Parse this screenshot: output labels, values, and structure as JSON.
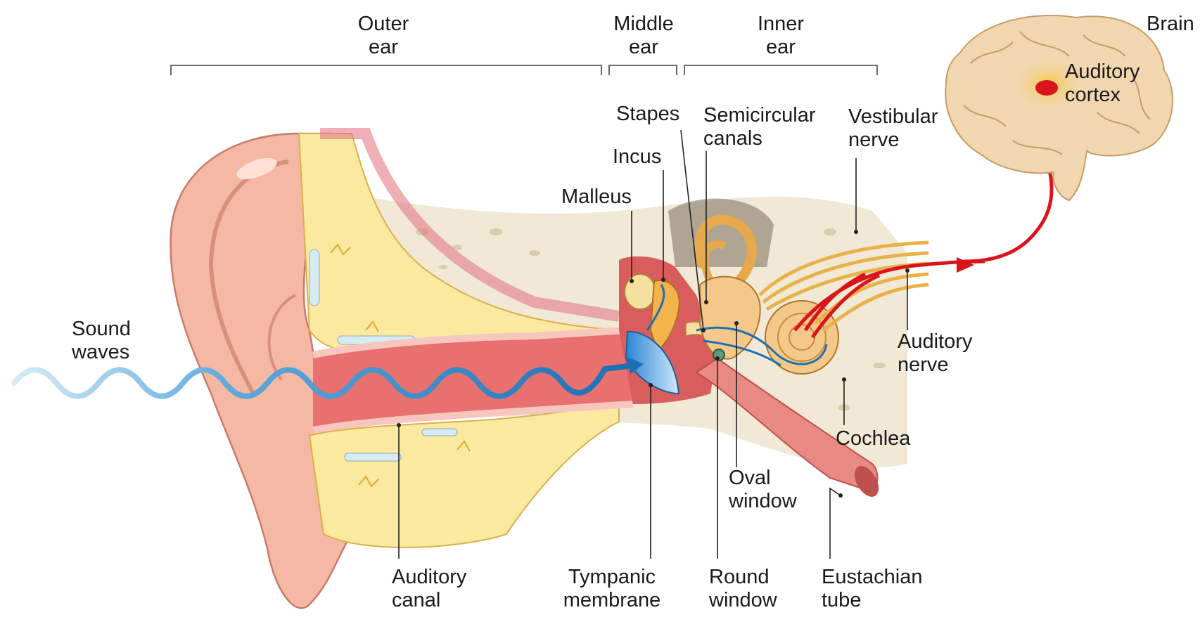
{
  "sections": {
    "outer": [
      "Outer",
      "ear"
    ],
    "middle": [
      "Middle",
      "ear"
    ],
    "inner": [
      "Inner",
      "ear"
    ]
  },
  "labels": {
    "brain": "Brain",
    "auditory_cortex": [
      "Auditory",
      "cortex"
    ],
    "stapes": "Stapes",
    "semicircular_canals": [
      "Semicircular",
      "canals"
    ],
    "vestibular_nerve": [
      "Vestibular",
      "nerve"
    ],
    "incus": "Incus",
    "malleus": "Malleus",
    "sound_waves": [
      "Sound",
      "waves"
    ],
    "auditory_nerve": [
      "Auditory",
      "nerve"
    ],
    "cochlea": "Cochlea",
    "oval_window": [
      "Oval",
      "window"
    ],
    "auditory_canal": [
      "Auditory",
      "canal"
    ],
    "tympanic_membrane": [
      "Tympanic",
      "membrane"
    ],
    "round_window": [
      "Round",
      "window"
    ],
    "eustachian_tube": [
      "Eustachian",
      "tube"
    ]
  },
  "colors": {
    "skin": "#f4b8a4",
    "skin_dark": "#c97a6a",
    "canal": "#e8716f",
    "cartilage": "#fbe9a0",
    "bone": "#f1e8d6",
    "ossicle": "#f3c889",
    "sound_wave": "#2a7fc0",
    "membrane": "#6fb8ea",
    "signal": "#d9151b",
    "brain": "#f2d6b0",
    "nerve": "#e8b24a",
    "leader": "#222222"
  }
}
